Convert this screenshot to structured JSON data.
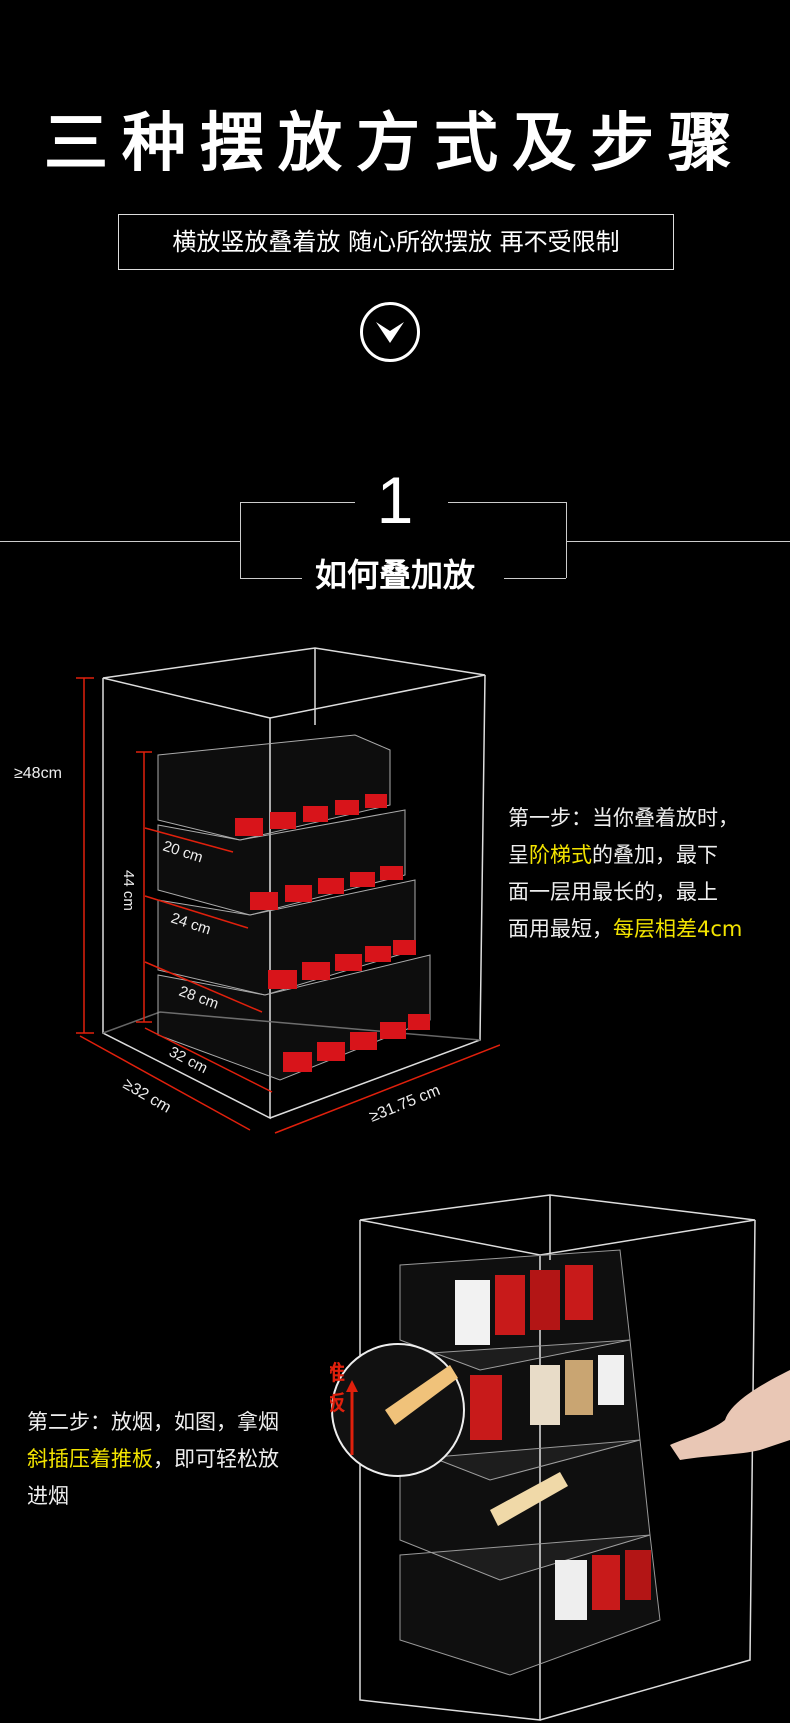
{
  "header": {
    "title": "三种摆放方式及步骤",
    "subtitle": "横放竖放叠着放 随心所欲摆放 再不受限制",
    "scroll_icon": "chevron-down-circle-icon"
  },
  "section1": {
    "number": "1",
    "heading": "如何叠加放"
  },
  "diagram1": {
    "dimensions": {
      "height_outer": "≥48cm",
      "height_inner": "44 cm",
      "tier1": "20 cm",
      "tier2": "24 cm",
      "tier3": "28 cm",
      "tier4": "32 cm",
      "depth": "≥32 cm",
      "width": "≥31.75 cm"
    },
    "dimension_color": "#e0200c"
  },
  "step1": {
    "line1": "第一步：当你叠着放时，",
    "line2_pre": "呈",
    "line2_hl": "阶梯式",
    "line2_post": "的叠加，最下",
    "line3": "面一层用最长的，最上",
    "line4_pre": "面用最短，",
    "line4_hl": "每层相差4cm",
    "highlight_color": "#f3e400"
  },
  "step2": {
    "line1": "第二步：放烟，如图，拿烟",
    "line2_hl": "斜插压着推板",
    "line2_post": "，即可轻松放",
    "line3": "进烟",
    "callout_label": "推板"
  }
}
